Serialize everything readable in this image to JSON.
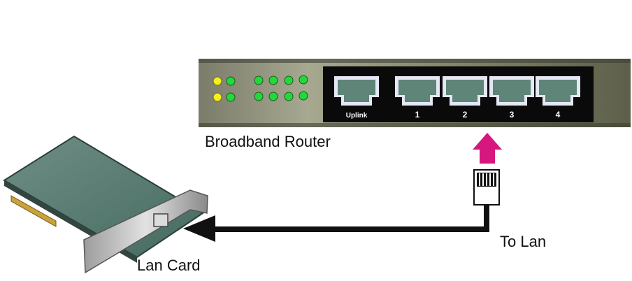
{
  "labels": {
    "router": "Broadband Router",
    "lan_card": "Lan Card",
    "to_lan": "To Lan"
  },
  "router": {
    "ports": [
      "Uplink",
      "1",
      "2",
      "3",
      "4"
    ]
  },
  "colors": {
    "led_yellow": "#f4ee1a",
    "led_green": "#22d83a",
    "port_fill": "#5f8578",
    "arrow_magenta": "#d6177f",
    "cable": "#111111"
  }
}
